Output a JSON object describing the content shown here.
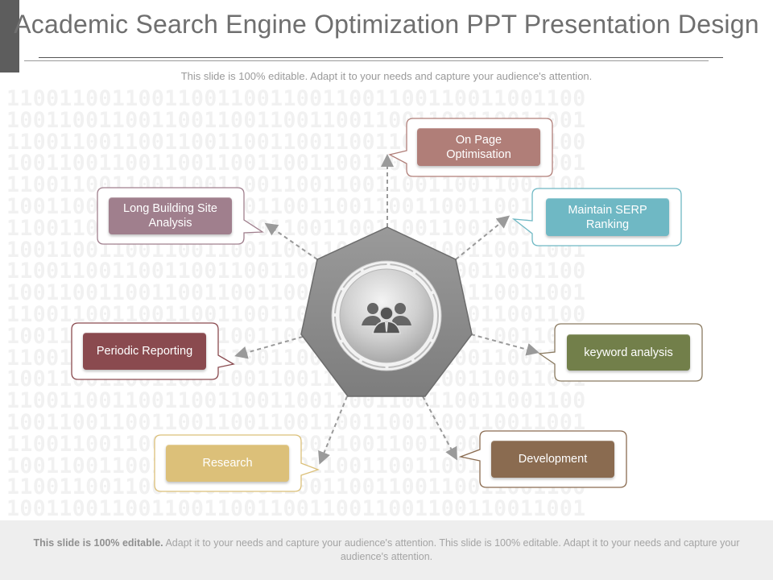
{
  "slide": {
    "title": "Academic Search Engine Optimization PPT Presentation Design",
    "subtitle": "This slide is 100% editable. Adapt it to your needs and capture your audience's attention.",
    "background_text": "1100110011001100110011001100110011001100110011",
    "footer_bold": "This slide is 100% editable.",
    "footer_rest": " Adapt it to your needs and capture your audience's attention. This slide is 100% editable. Adapt it to your needs and capture your audience's attention."
  },
  "center": {
    "icon": "people-group-icon"
  },
  "nodes": [
    {
      "label": "On Page Optimisation",
      "color": "#b07e78"
    },
    {
      "label": "Maintain SERP Ranking",
      "color": "#6fb8c4"
    },
    {
      "label": "keyword analysis",
      "color": "#727f4a"
    },
    {
      "label": "Development",
      "color": "#8a6b50"
    },
    {
      "label": "Research",
      "color": "#dcc079"
    },
    {
      "label": "Periodic Reporting",
      "color": "#8a4a4f"
    },
    {
      "label": "Long Building Site Analysis",
      "color": "#a07f8d"
    }
  ],
  "colors": {
    "hexagon": "#8c8c8c",
    "connector": "#9a9a9a",
    "title": "#6f6f6f"
  }
}
